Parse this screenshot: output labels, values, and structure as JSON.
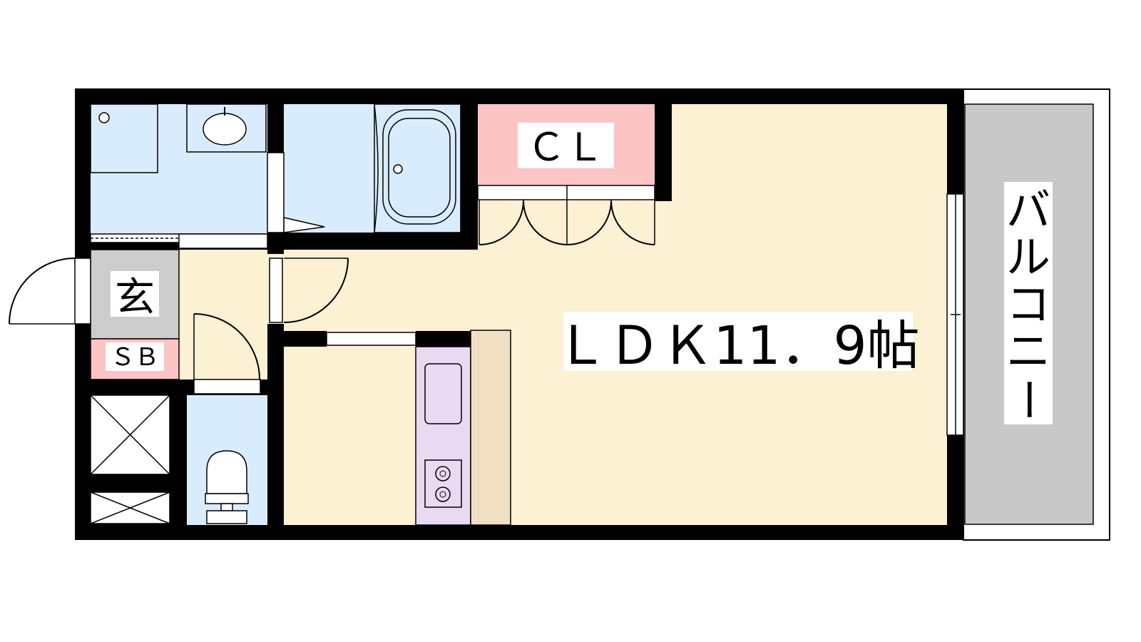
{
  "labels": {
    "ldk": "ＬＤＫ11．9帖",
    "cl": "ＣＬ",
    "genkan": "玄",
    "sb": "ＳＢ",
    "balcony": [
      "バ",
      "ル",
      "コ",
      "ニ",
      "ー"
    ]
  },
  "colors": {
    "wall": "#000000",
    "ldk_floor": "#fdf1d3",
    "wet_area": "#d9ecfd",
    "closet": "#fdc4c4",
    "genkan": "#cccccc",
    "balcony": "#c8c8c8",
    "kitchen_sink": "#ead9f3",
    "counter": "#f1dfc4"
  }
}
